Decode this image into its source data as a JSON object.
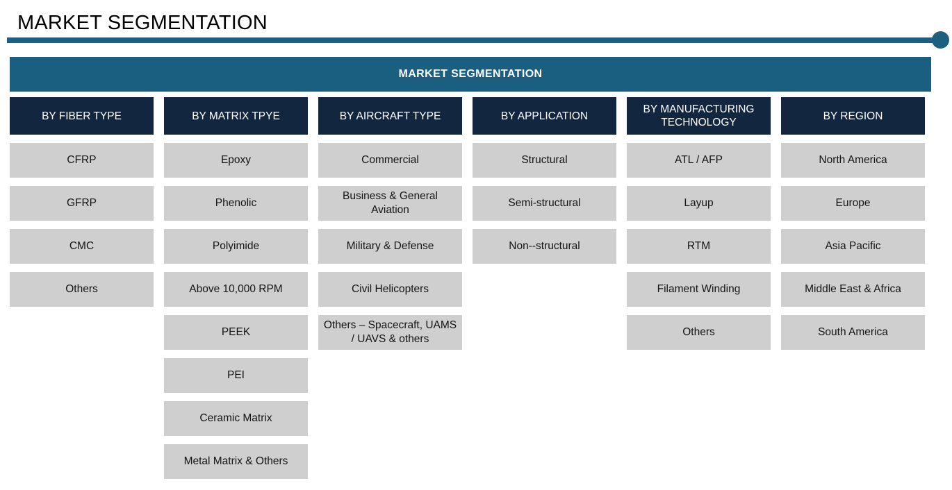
{
  "page_title": "MARKET SEGMENTATION",
  "colors": {
    "accent_teal": "#1a5e80",
    "header_navy": "#12263f",
    "cell_grey": "#cfcfcf",
    "text_dark": "#141414",
    "text_light": "#ffffff",
    "background": "#ffffff"
  },
  "banner": {
    "title": "MARKET SEGMENTATION"
  },
  "columns": [
    {
      "header": "BY FIBER TYPE",
      "items": [
        "CFRP",
        "GFRP",
        "CMC",
        "Others"
      ]
    },
    {
      "header": "BY MATRIX TPYE",
      "items": [
        "Epoxy",
        "Phenolic",
        "Polyimide",
        "Above 10,000 RPM",
        "PEEK",
        "PEI",
        "Ceramic Matrix",
        "Metal Matrix & Others"
      ]
    },
    {
      "header": "BY AIRCRAFT TYPE",
      "items": [
        "Commercial",
        "Business & General Aviation",
        "Military & Defense",
        "Civil Helicopters",
        "Others – Spacecraft, UAMS / UAVS & others"
      ]
    },
    {
      "header": "BY  APPLICATION",
      "items": [
        "Structural",
        "Semi-structural",
        "Non--structural"
      ]
    },
    {
      "header": "BY MANUFACTURING TECHNOLOGY",
      "items": [
        "ATL / AFP",
        "Layup",
        "RTM",
        "Filament Winding",
        "Others"
      ]
    },
    {
      "header": "BY REGION",
      "items": [
        "North America",
        "Europe",
        "Asia Pacific",
        "Middle East & Africa",
        "South America"
      ]
    }
  ]
}
